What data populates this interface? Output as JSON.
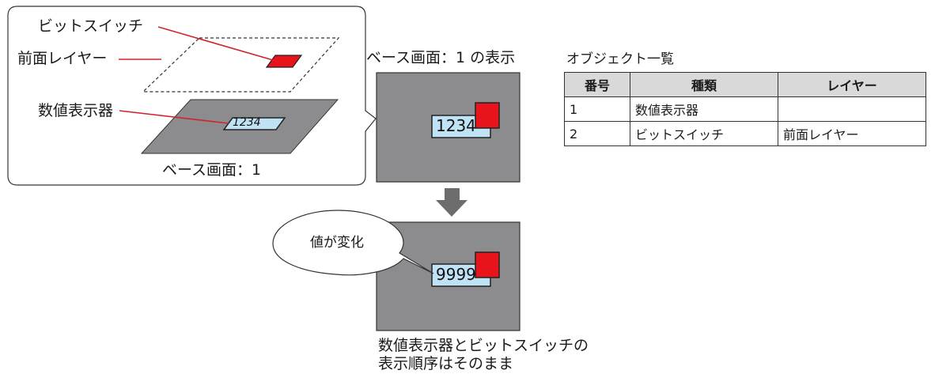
{
  "layer_view": {
    "bit_switch_label": "ビットスイッチ",
    "front_layer_label": "前面レイヤー",
    "numeric_display_label": "数値表示器",
    "numeric_value": "1234",
    "base_screen_label": "ベース画面：1"
  },
  "display_view": {
    "title": "ベース画面：1 の表示",
    "numeric_value": "1234"
  },
  "changed_view": {
    "bubble_text": "値が変化",
    "numeric_value": "9999",
    "caption_line1": "数値表示器とビットスイッチの",
    "caption_line2": "表示順序はそのまま"
  },
  "object_table": {
    "title": "オブジェクト一覧",
    "headers": [
      "番号",
      "種類",
      "レイヤー"
    ],
    "rows": [
      [
        "1",
        "数値表示器",
        ""
      ],
      [
        "2",
        "ビットスイッチ",
        "前面レイヤー"
      ]
    ]
  },
  "colors": {
    "screen_gray": "#8c8c8f",
    "switch_red": "#e8141c",
    "display_blue": "#bfe3f5",
    "callout_line": "#d0242c",
    "arrow_gray": "#6d6d6d"
  }
}
